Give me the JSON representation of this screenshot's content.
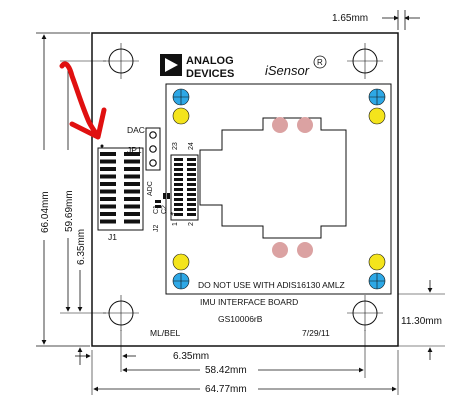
{
  "board": {
    "brand_line1": "ANALOG",
    "brand_line2": "DEVICES",
    "product": "iSensor",
    "registered": "R",
    "warning": "DO NOT USE WITH ADIS16130 AMLZ",
    "board_name": "IMU INTERFACE BOARD",
    "part_number": "GS10006rB",
    "author": "ML/BEL",
    "date": "7/29/11"
  },
  "labels": {
    "dac": "DAC",
    "jp1": "JP1",
    "j1": "J1",
    "j2": "J2",
    "adc": "ADC",
    "c1": "C1",
    "c2": "C2",
    "pin_23": "23",
    "pin_24": "24",
    "pin_1": "1",
    "pin_2": "2"
  },
  "dimensions": {
    "top_right": "1.65mm",
    "height_total": "66.04mm",
    "height_holes": "59.69mm",
    "left_offset": "6.35mm",
    "bottom_offset": "6.35mm",
    "width_holes": "58.42mm",
    "width_total": "64.77mm",
    "right_offset": "11.30mm"
  },
  "colors": {
    "annotation_arrow": "#e01010",
    "pad_blue": "#2ea8e6",
    "pad_yellow": "#f4e41c",
    "pad_pink": "#dba2a2"
  },
  "icons": {
    "logo": "analog-devices-triangle-logo",
    "annotation": "red-hand-drawn-arrow"
  }
}
